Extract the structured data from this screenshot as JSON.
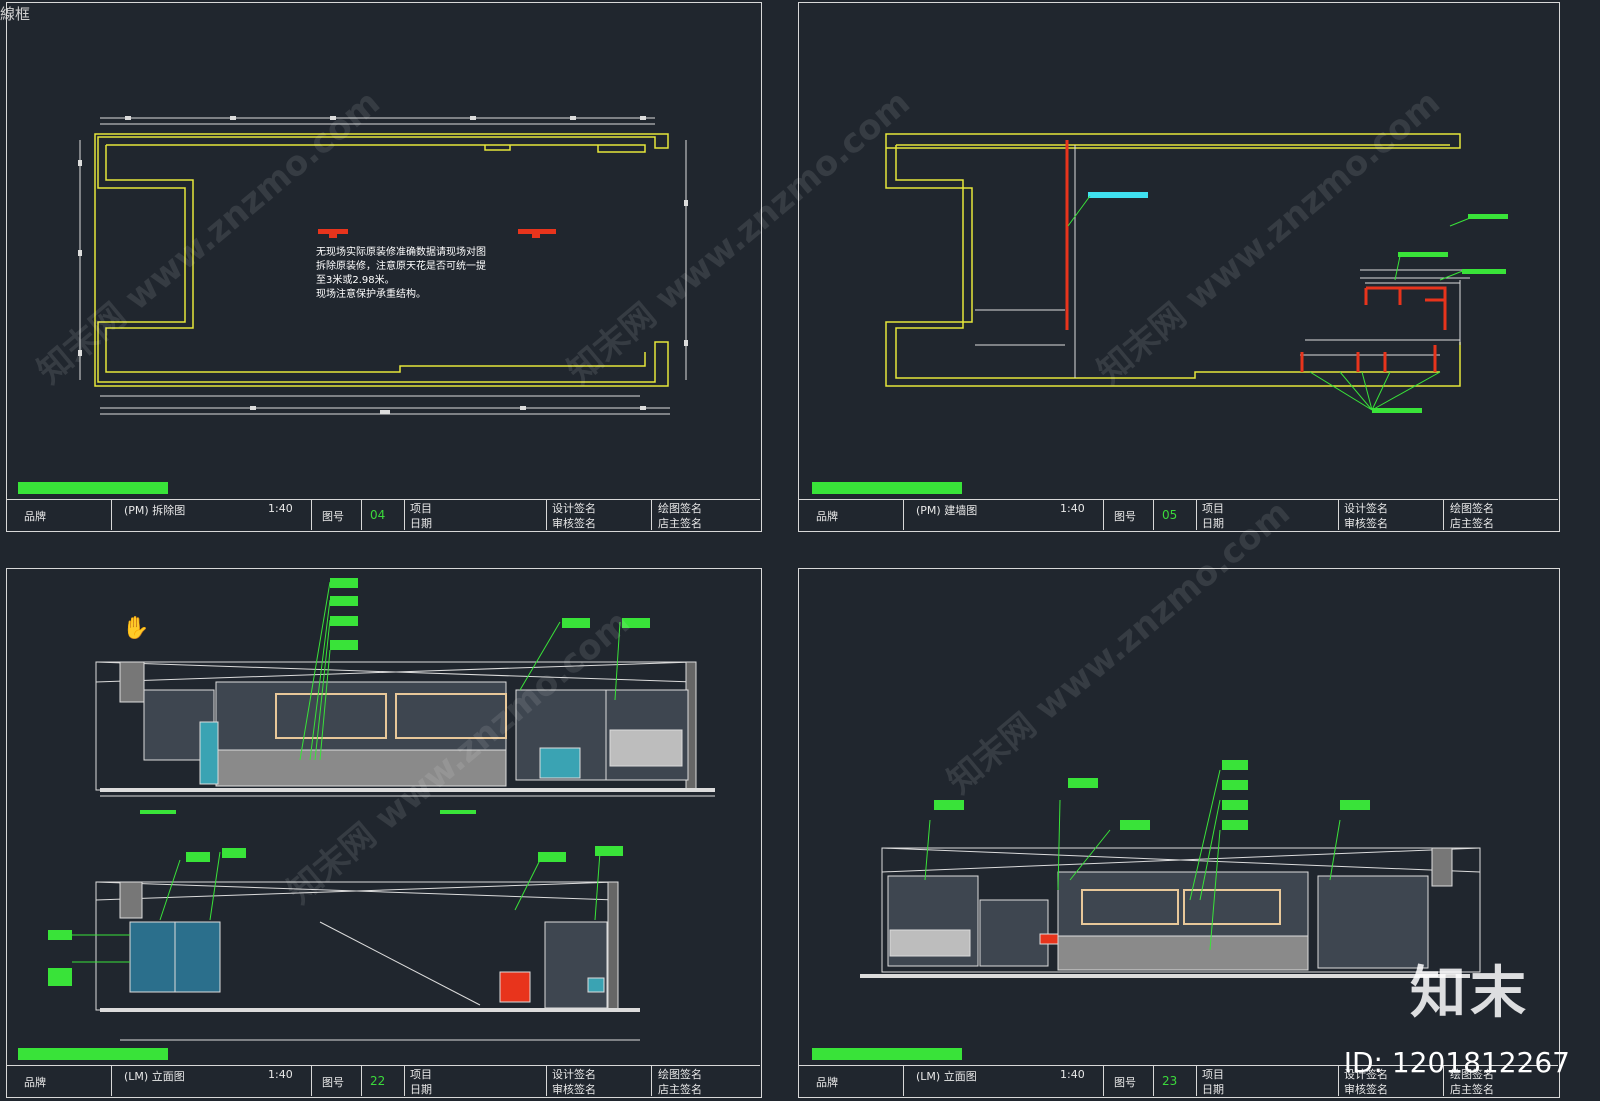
{
  "corner_label": "線框",
  "sheets": [
    {
      "brand": "品牌",
      "title": "(PM) 拆除图",
      "scale": "1:40",
      "fig_label": "图号",
      "fig_no": "04",
      "project": "项目",
      "date": "日期",
      "design_sign": "设计签名",
      "review_sign": "审核签名",
      "drawing_sign": "绘图签名",
      "owner_sign": "店主签名"
    },
    {
      "brand": "品牌",
      "title": "(PM) 建墙图",
      "scale": "1:40",
      "fig_label": "图号",
      "fig_no": "05",
      "project": "项目",
      "date": "日期",
      "design_sign": "设计签名",
      "review_sign": "审核签名",
      "drawing_sign": "绘图签名",
      "owner_sign": "店主签名"
    },
    {
      "brand": "品牌",
      "title": "(LM) 立面图",
      "scale": "1:40",
      "fig_label": "图号",
      "fig_no": "22",
      "project": "项目",
      "date": "日期",
      "design_sign": "设计签名",
      "review_sign": "审核签名",
      "drawing_sign": "绘图签名",
      "owner_sign": "店主签名"
    },
    {
      "brand": "品牌",
      "title": "(LM) 立面图",
      "scale": "1:40",
      "fig_label": "图号",
      "fig_no": "23",
      "project": "项目",
      "date": "日期",
      "design_sign": "设计签名",
      "review_sign": "审核签名",
      "drawing_sign": "绘图签名",
      "owner_sign": "店主签名"
    }
  ],
  "demolition_note": [
    "无现场实际原装修准确数据请现场对图",
    "拆除原装修，注意原天花是否可统一提",
    "至3米或2.98米。",
    "现场注意保护承重结构。"
  ],
  "watermark": "知末网 www.znzmo.com",
  "logo": "知末",
  "id_text": "ID: 1201812267",
  "colors": {
    "background": "#20262e",
    "wall": "#e6e63a",
    "annotation": "#39e339",
    "demolish": "#e8341c",
    "highlight": "#3fe0f0",
    "frame": "#d8d8d8"
  }
}
